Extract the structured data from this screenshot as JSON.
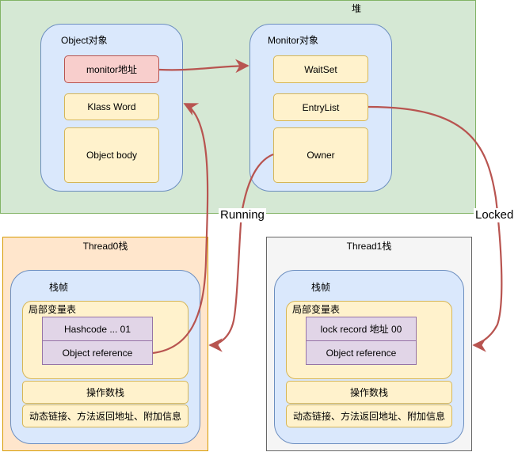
{
  "heap": {
    "title": "堆",
    "object": {
      "title": "Object对象",
      "monitor_address": "monitor地址",
      "klass_word": "Klass Word",
      "object_body": "Object body"
    },
    "monitor": {
      "title": "Monitor对象",
      "waitset": "WaitSet",
      "entrylist": "EntryList",
      "owner": "Owner"
    }
  },
  "thread0": {
    "title": "Thread0栈",
    "frame_title": "栈帧",
    "locals_title": "局部变量表",
    "slot1": "Hashcode ... 01",
    "slot2": "Object  reference",
    "operand_stack": "操作数栈",
    "extras": "动态链接、方法返回地址、附加信息"
  },
  "thread1": {
    "title": "Thread1栈",
    "frame_title": "栈帧",
    "locals_title": "局部变量表",
    "slot1": "lock record 地址 00",
    "slot2": "Object  reference",
    "operand_stack": "操作数栈",
    "extras": "动态链接、方法返回地址、附加信息"
  },
  "edges": {
    "running": "Running",
    "locked": "Locked"
  },
  "colors": {
    "arrow": "#b85450",
    "heap_fill": "#d5e8d4",
    "blue_fill": "#dae8fc",
    "yellow_fill": "#fff2cc",
    "red_fill": "#f8cecc",
    "purple_fill": "#e1d5e7",
    "orange_fill": "#ffe6cc",
    "grey_fill": "#f5f5f5"
  }
}
